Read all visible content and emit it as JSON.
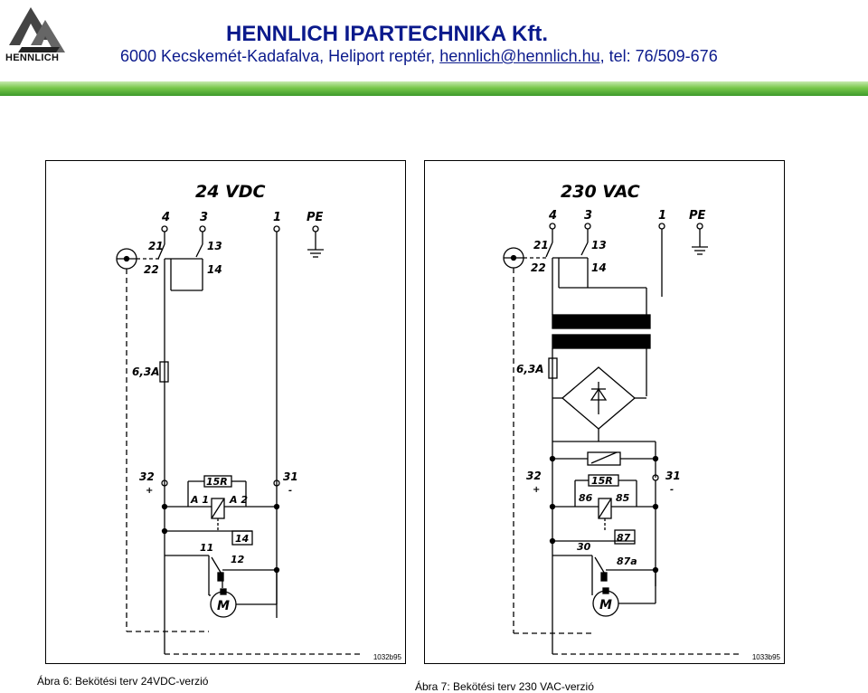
{
  "header": {
    "logo_text": "HENNLICH",
    "company": "HENNLICH IPARTECHNIKA Kft.",
    "address": "6000 Kecskemét-Kadafalva, Heliport reptér, ",
    "email": "hennlich@hennlich.hu",
    "phone": ", tel: 76/509-676"
  },
  "diagram_left": {
    "title": "24 VDC",
    "terminals": [
      "4",
      "3",
      "1",
      "PE"
    ],
    "contacts": [
      "21",
      "13",
      "22",
      "14"
    ],
    "fuse": "6,3A",
    "plus_terminal": "32",
    "minus_terminal": "31",
    "plus_sign": "+",
    "minus_sign": "-",
    "relay": "15R",
    "coil_a1": "A 1",
    "coil_a2": "A 2",
    "c14": "14",
    "c11": "11",
    "c12": "12",
    "motor": "M",
    "drawing_code": "1032b95"
  },
  "diagram_right": {
    "title": "230 VAC",
    "terminals": [
      "4",
      "3",
      "1",
      "PE"
    ],
    "contacts": [
      "21",
      "13",
      "22",
      "14"
    ],
    "fuse": "6,3A",
    "plus_terminal": "32",
    "minus_terminal": "31",
    "plus_sign": "+",
    "minus_sign": "-",
    "relay": "15R",
    "coil_86": "86",
    "coil_85": "85",
    "c87": "87",
    "c30": "30",
    "c87a": "87a",
    "motor": "M",
    "drawing_code": "1033b95"
  },
  "captions": {
    "left": "Ábra 6: Bekötési terv 24VDC-verzió",
    "right": "Ábra 7: Bekötési terv 230 VAC-verzió"
  },
  "colors": {
    "header_text": "#0b1a8c",
    "bar_green": "#5fb83a"
  }
}
